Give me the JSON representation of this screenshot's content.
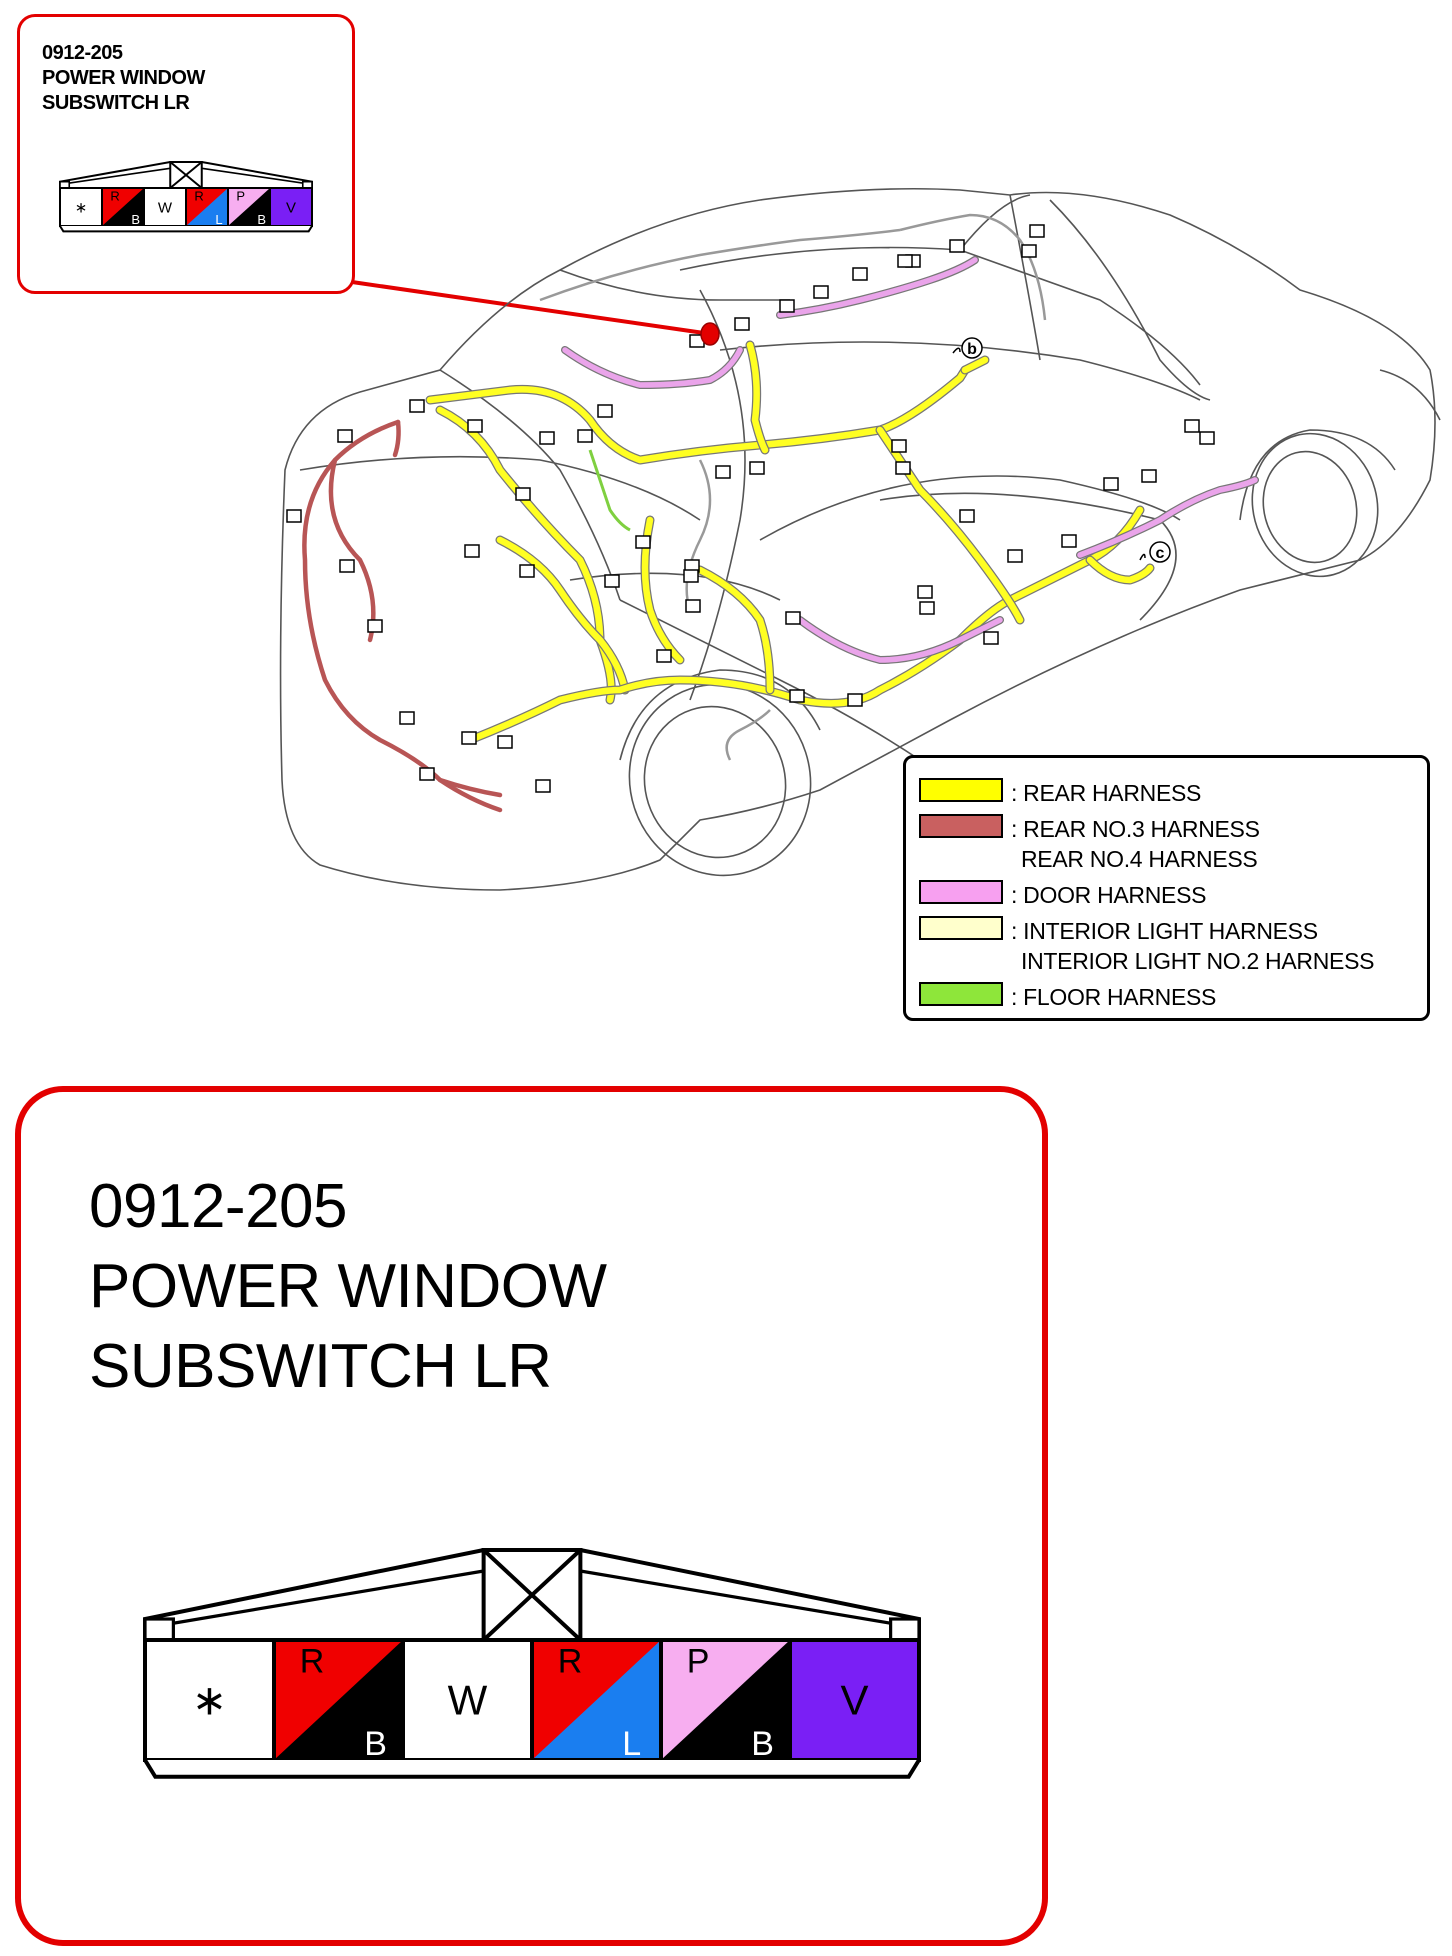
{
  "small_panel": {
    "code": "0912-205",
    "name_line1": "POWER WINDOW",
    "name_line2": "SUBSWITCH LR"
  },
  "large_panel": {
    "code": "0912-205",
    "name_line1": "POWER WINDOW",
    "name_line2": "SUBSWITCH LR"
  },
  "connector": {
    "pins": [
      {
        "top": "∗",
        "bottom": "",
        "color_top": "#ffffff",
        "color_bottom": "#ffffff",
        "split": false
      },
      {
        "top": "R",
        "bottom": "B",
        "color_top": "#f00000",
        "color_bottom": "#000000",
        "split": true
      },
      {
        "top": "W",
        "bottom": "",
        "color_top": "#ffffff",
        "color_bottom": "#ffffff",
        "split": false
      },
      {
        "top": "R",
        "bottom": "L",
        "color_top": "#f00000",
        "color_bottom": "#1a7ef0",
        "split": true
      },
      {
        "top": "P",
        "bottom": "B",
        "color_top": "#f7aef0",
        "color_bottom": "#000000",
        "split": true
      },
      {
        "top": "V",
        "bottom": "",
        "color_top": "#7a1ff5",
        "color_bottom": "#7a1ff5",
        "split": false
      }
    ]
  },
  "callouts": {
    "b": "b",
    "c": "c"
  },
  "legend": {
    "items": [
      {
        "color": "#ffff00",
        "lines": [
          ": REAR HARNESS"
        ]
      },
      {
        "color": "#c96060",
        "lines": [
          ": REAR NO.3 HARNESS",
          "REAR NO.4 HARNESS"
        ]
      },
      {
        "color": "#f7a0f0",
        "lines": [
          ": DOOR HARNESS"
        ]
      },
      {
        "color": "#ffffcc",
        "lines": [
          ": INTERIOR LIGHT HARNESS",
          "INTERIOR LIGHT NO.2 HARNESS"
        ]
      },
      {
        "color": "#8ee63a",
        "lines": [
          ": FLOOR HARNESS"
        ]
      }
    ]
  },
  "colors": {
    "frame_red": "#e30000",
    "rear_harness": "#ffff00",
    "rear_no3": "#b85555",
    "door_harness": "#e08ee0",
    "interior_light": "#e8e8c8",
    "floor_harness": "#7fd040"
  }
}
